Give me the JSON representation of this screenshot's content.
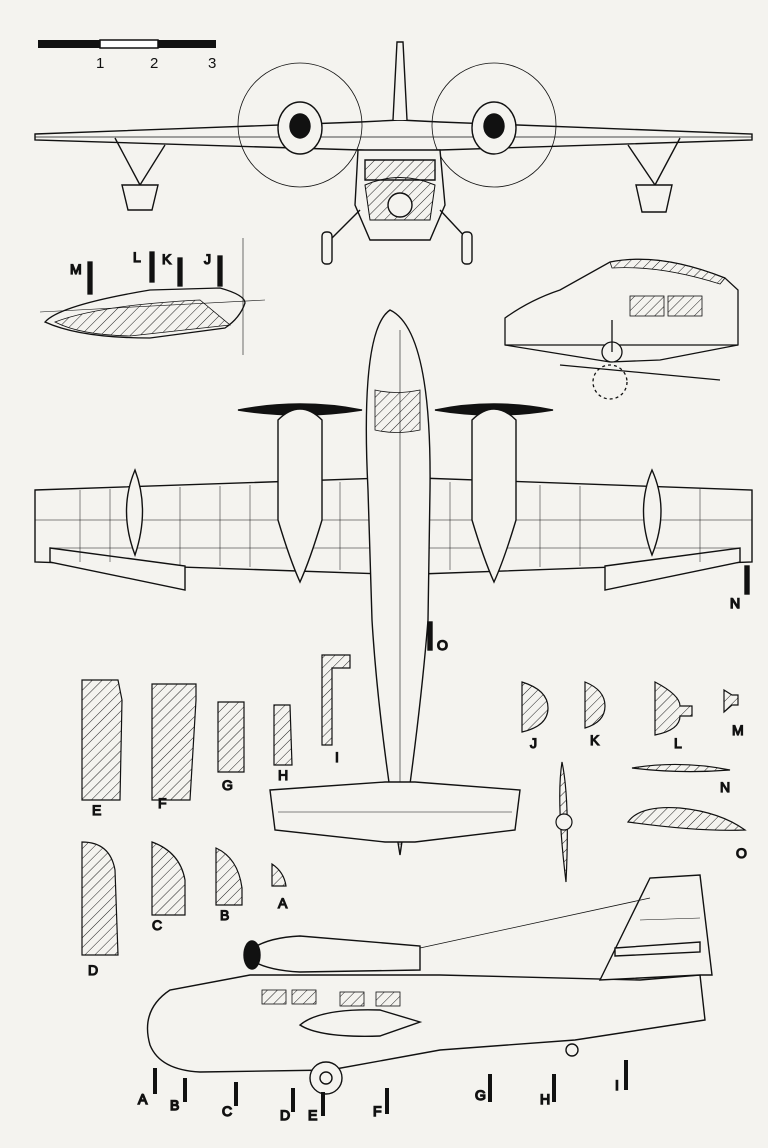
{
  "scale_bar": {
    "ticks": [
      "1",
      "2",
      "3"
    ]
  },
  "station_labels": {
    "A": "A",
    "B": "B",
    "C": "C",
    "D": "D",
    "E": "E",
    "F": "F",
    "G": "G",
    "H": "H",
    "I": "I",
    "J": "J",
    "K": "K",
    "L": "L",
    "M": "M",
    "N": "N",
    "O": "O"
  },
  "colors": {
    "ink": "#111111",
    "paper": "#f4f3ef",
    "grid": "#555555"
  }
}
